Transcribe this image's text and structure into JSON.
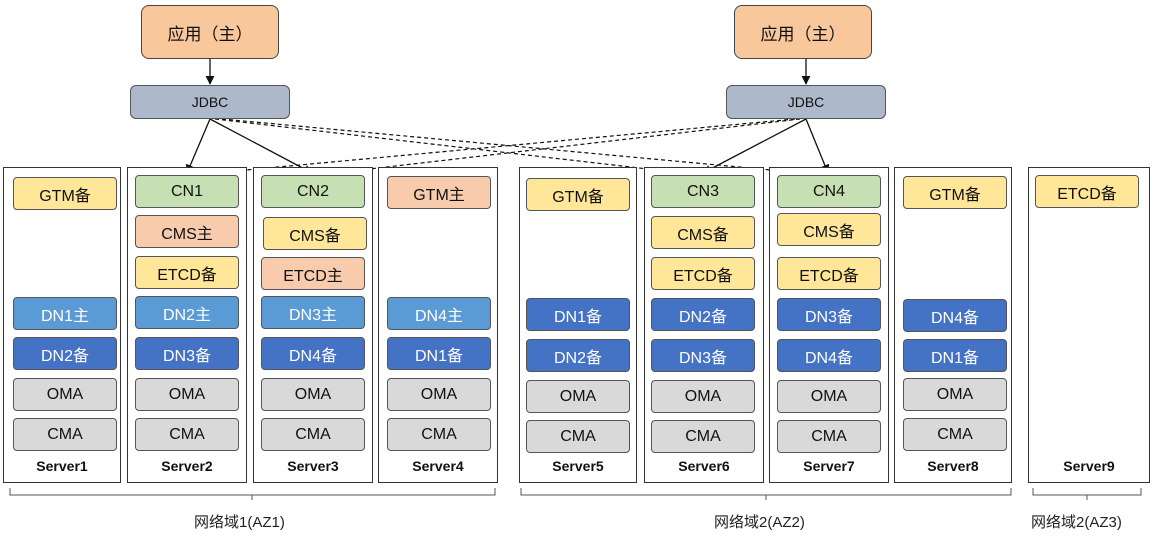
{
  "apps": [
    {
      "label": "应用（主）",
      "jdbc": "JDBC"
    },
    {
      "label": "应用（主）",
      "jdbc": "JDBC"
    }
  ],
  "servers": [
    {
      "name": "Server1",
      "components": [
        {
          "label": "GTM备",
          "kind": "standby"
        },
        {
          "label": "DN1主",
          "kind": "dn-primary"
        },
        {
          "label": "DN2备",
          "kind": "dn-standby"
        },
        {
          "label": "OMA",
          "kind": "agent"
        },
        {
          "label": "CMA",
          "kind": "agent"
        }
      ]
    },
    {
      "name": "Server2",
      "components": [
        {
          "label": "CN1",
          "kind": "cn"
        },
        {
          "label": "CMS主",
          "kind": "primary"
        },
        {
          "label": "ETCD备",
          "kind": "standby"
        },
        {
          "label": "DN2主",
          "kind": "dn-primary"
        },
        {
          "label": "DN3备",
          "kind": "dn-standby"
        },
        {
          "label": "OMA",
          "kind": "agent"
        },
        {
          "label": "CMA",
          "kind": "agent"
        }
      ]
    },
    {
      "name": "Server3",
      "components": [
        {
          "label": "CN2",
          "kind": "cn"
        },
        {
          "label": "CMS备",
          "kind": "standby"
        },
        {
          "label": "ETCD主",
          "kind": "primary"
        },
        {
          "label": "DN3主",
          "kind": "dn-primary"
        },
        {
          "label": "DN4备",
          "kind": "dn-standby"
        },
        {
          "label": "OMA",
          "kind": "agent"
        },
        {
          "label": "CMA",
          "kind": "agent"
        }
      ]
    },
    {
      "name": "Server4",
      "components": [
        {
          "label": "GTM主",
          "kind": "primary"
        },
        {
          "label": "DN4主",
          "kind": "dn-primary"
        },
        {
          "label": "DN1备",
          "kind": "dn-standby"
        },
        {
          "label": "OMA",
          "kind": "agent"
        },
        {
          "label": "CMA",
          "kind": "agent"
        }
      ]
    },
    {
      "name": "Server5",
      "components": [
        {
          "label": "GTM备",
          "kind": "standby"
        },
        {
          "label": "DN1备",
          "kind": "dn-standby"
        },
        {
          "label": "DN2备",
          "kind": "dn-standby"
        },
        {
          "label": "OMA",
          "kind": "agent"
        },
        {
          "label": "CMA",
          "kind": "agent"
        }
      ]
    },
    {
      "name": "Server6",
      "components": [
        {
          "label": "CN3",
          "kind": "cn"
        },
        {
          "label": "CMS备",
          "kind": "standby"
        },
        {
          "label": "ETCD备",
          "kind": "standby"
        },
        {
          "label": "DN2备",
          "kind": "dn-standby"
        },
        {
          "label": "DN3备",
          "kind": "dn-standby"
        },
        {
          "label": "OMA",
          "kind": "agent"
        },
        {
          "label": "CMA",
          "kind": "agent"
        }
      ]
    },
    {
      "name": "Server7",
      "components": [
        {
          "label": "CN4",
          "kind": "cn"
        },
        {
          "label": "CMS备",
          "kind": "standby"
        },
        {
          "label": "ETCD备",
          "kind": "standby"
        },
        {
          "label": "DN3备",
          "kind": "dn-standby"
        },
        {
          "label": "DN4备",
          "kind": "dn-standby"
        },
        {
          "label": "OMA",
          "kind": "agent"
        },
        {
          "label": "CMA",
          "kind": "agent"
        }
      ]
    },
    {
      "name": "Server8",
      "components": [
        {
          "label": "GTM备",
          "kind": "standby"
        },
        {
          "label": "DN4备",
          "kind": "dn-standby"
        },
        {
          "label": "DN1备",
          "kind": "dn-standby"
        },
        {
          "label": "OMA",
          "kind": "agent"
        },
        {
          "label": "CMA",
          "kind": "agent"
        }
      ]
    },
    {
      "name": "Server9",
      "components": [
        {
          "label": "ETCD备",
          "kind": "standby"
        }
      ]
    }
  ],
  "zones": [
    {
      "label": "网络域1(AZ1)"
    },
    {
      "label": "网络域2(AZ2)"
    },
    {
      "label": "网络域2(AZ3)"
    }
  ],
  "colors": {
    "cn": "#c6e0b4",
    "primary": "#f8cbad",
    "standby": "#ffe699",
    "dn-primary": "#5b9bd5",
    "dn-standby": "#4472c4",
    "agent": "#d9d9d9",
    "app": "#f8c79b",
    "jdbc": "#adb9ca"
  }
}
